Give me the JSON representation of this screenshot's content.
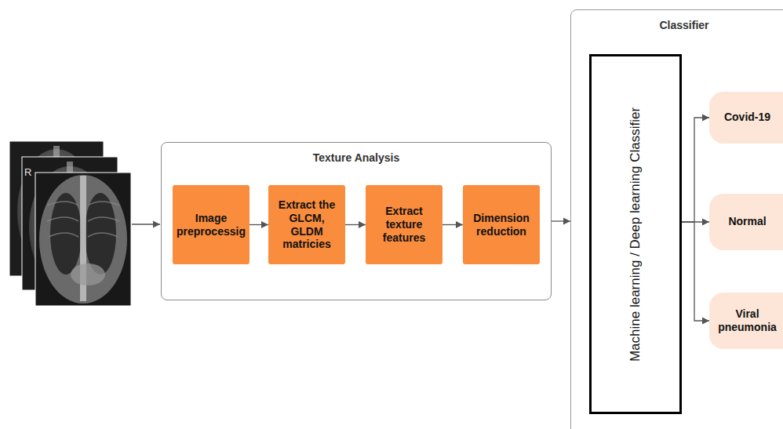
{
  "diagram": {
    "nodes": [
      {
        "text": [
          "Texture Analysis"
        ]
      },
      {
        "text": [
          "Image preprocessig"
        ],
        "in": 0
      },
      {
        "text": [
          "Extract the GLCM, GLDM matricies"
        ],
        "in": 0
      },
      {
        "text": [
          "Extract texture features"
        ],
        "in": 0
      },
      {
        "text": [
          "Dimension reduction"
        ],
        "in": 0
      },
      {
        "text": [
          "Classifier"
        ]
      },
      {
        "text": [
          "Machine learning / Deep learning Classifier"
        ],
        "in": 5
      },
      {
        "text": [
          "Covid-19"
        ],
        "in": 5
      },
      {
        "text": [
          "Normal"
        ],
        "in": 5
      },
      {
        "text": [
          "Viral pneumonia"
        ],
        "in": 5
      }
    ],
    "edges": [
      {
        "from": 1,
        "to": 2,
        "arrow": "to"
      },
      {
        "from": 2,
        "to": 3,
        "arrow": "to"
      },
      {
        "from": 3,
        "to": 4,
        "arrow": "to"
      },
      {
        "from": 0,
        "to": 5,
        "arrow": "to"
      },
      {
        "from": 6,
        "to": 7,
        "arrow": "to"
      },
      {
        "from": 6,
        "to": 8,
        "arrow": "to"
      },
      {
        "from": 6,
        "to": 9,
        "arrow": "to"
      }
    ],
    "labels": [
      "R"
    ]
  }
}
